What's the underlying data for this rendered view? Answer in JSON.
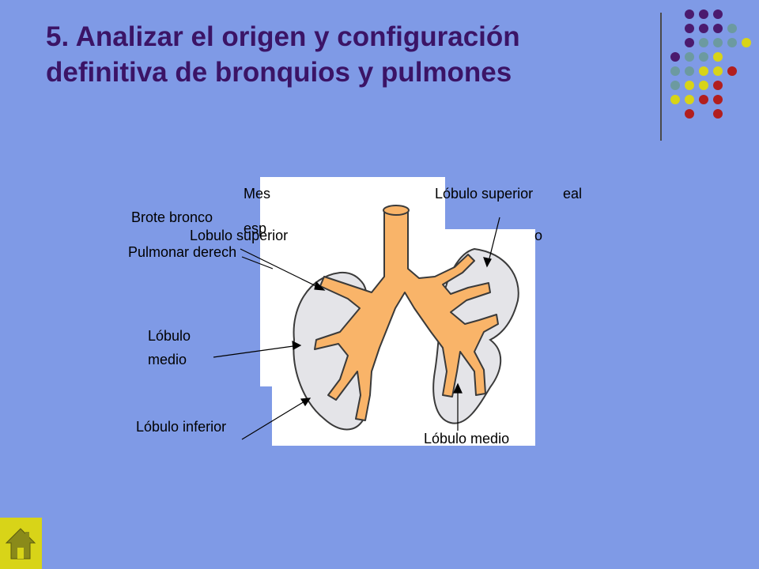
{
  "slide": {
    "title_line1": "5. Analizar el origen y configuración",
    "title_line2": "definitiva de bronquios y pulmones",
    "home_icon": "home-icon"
  },
  "colors": {
    "background": "#7f9ae6",
    "title": "#3b1466",
    "bronchi": "#f9b469",
    "lung": "#ffffff",
    "purple": "#4b1a6e",
    "teal": "#6c9aa0",
    "yellow": "#d8d418",
    "red": "#b21e1e"
  },
  "labels": {
    "brote_line1": "Brote bronco",
    "brote_line2": "Pulmonar derech",
    "lobulo_superior_left": "Lobulo superior",
    "lobulo_medio_left_line1": "Lóbulo",
    "lobulo_medio_left_line2": "medio",
    "lobulo_inferior": "Lóbulo inferior",
    "lobulo_superior_right": "Lóbulo superior",
    "lobulo_medio_right": "Lóbulo medio",
    "overlap_mes": "Mes",
    "overlap_esp": "esp",
    "overlap_eal": "eal",
    "overlap_o": "o"
  }
}
